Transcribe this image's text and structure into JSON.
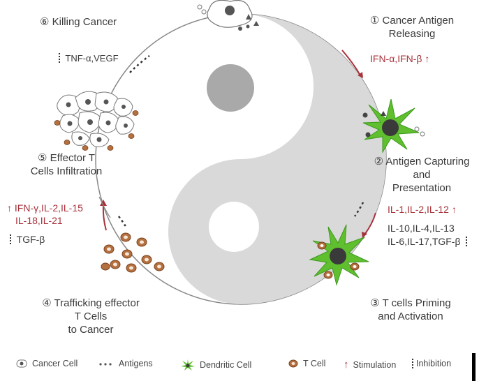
{
  "steps": {
    "s1": {
      "line1": "① Cancer Antigen",
      "line2": "Releasing"
    },
    "s2": {
      "line1": "② Antigen Capturing",
      "line2": "and",
      "line3": "Presentation"
    },
    "s3": {
      "line1": "③ T cells Priming",
      "line2": "and Activation"
    },
    "s4": {
      "line1": "④ Trafficking effector",
      "line2": "T Cells",
      "line3": "to Cancer"
    },
    "s5": {
      "line1": "⑤ Effector T",
      "line2": "Cells Infiltration"
    },
    "s6": {
      "line1": "⑥ Killing  Cancer"
    }
  },
  "factors": {
    "s1_stim": "IFN-α,IFN-β",
    "s2_stim": "IL-1,IL-2,IL-12",
    "s2_inhib1": "IL-10,IL-4,IL-13",
    "s2_inhib2": "IL-6,IL-17,TGF-β",
    "s5_stim1": "IFN-γ,IL-2,IL-15",
    "s5_stim2": "IL-18,IL-21",
    "s5_inhib": "TGF-β",
    "s6_inhib": "TNF-α,VEGF"
  },
  "legend": {
    "cancer_cell": "Cancer Cell",
    "antigens": "Antigens",
    "dendritic_cell": "Dendritic Cell",
    "t_cell": "T Cell",
    "stimulation": "Stimulation",
    "inhibition": "Inhibition"
  },
  "colors": {
    "stimulation": "#a8323a",
    "dendritic": "#5fbf2f",
    "tcell": "#b5703f",
    "yinyang_gray": "#d9d9d9",
    "dark_disc": "#a9a9a9"
  }
}
